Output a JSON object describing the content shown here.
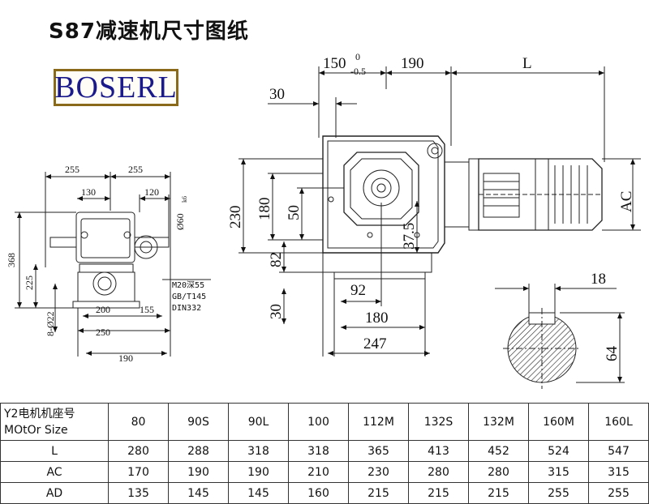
{
  "title": "S87减速机尺寸图纸",
  "logo_text": "BOSERL",
  "side_view": {
    "dims": [
      "255",
      "255",
      "130",
      "120",
      "368",
      "225",
      "8-Ø22",
      "200",
      "155",
      "250",
      "190"
    ],
    "shaft_dia": "Ø60",
    "shaft_tol": "k6",
    "notes": [
      "M20深55",
      "GB/T145",
      "DIN332"
    ]
  },
  "front_view": {
    "top_dims": [
      "150",
      "0",
      "-0.5",
      "190",
      "L"
    ],
    "left_dims": [
      "30",
      "230",
      "180",
      "50",
      "82",
      "37.5",
      "30"
    ],
    "bottom_dims": [
      "92",
      "180",
      "247"
    ],
    "ac_label": "AC"
  },
  "shaft_section": {
    "key_width": "18",
    "height": "64"
  },
  "table": {
    "header_line1": "Y2电机机座号",
    "header_line2": "MOtOr Size",
    "sizes": [
      "80",
      "90S",
      "90L",
      "100",
      "112M",
      "132S",
      "132M",
      "160M",
      "160L"
    ],
    "rows": [
      {
        "label": "L",
        "values": [
          "280",
          "288",
          "318",
          "318",
          "365",
          "413",
          "452",
          "524",
          "547"
        ]
      },
      {
        "label": "AC",
        "values": [
          "170",
          "190",
          "190",
          "210",
          "230",
          "280",
          "280",
          "315",
          "315"
        ]
      },
      {
        "label": "AD",
        "values": [
          "135",
          "145",
          "145",
          "160",
          "215",
          "215",
          "215",
          "255",
          "255"
        ]
      }
    ]
  }
}
